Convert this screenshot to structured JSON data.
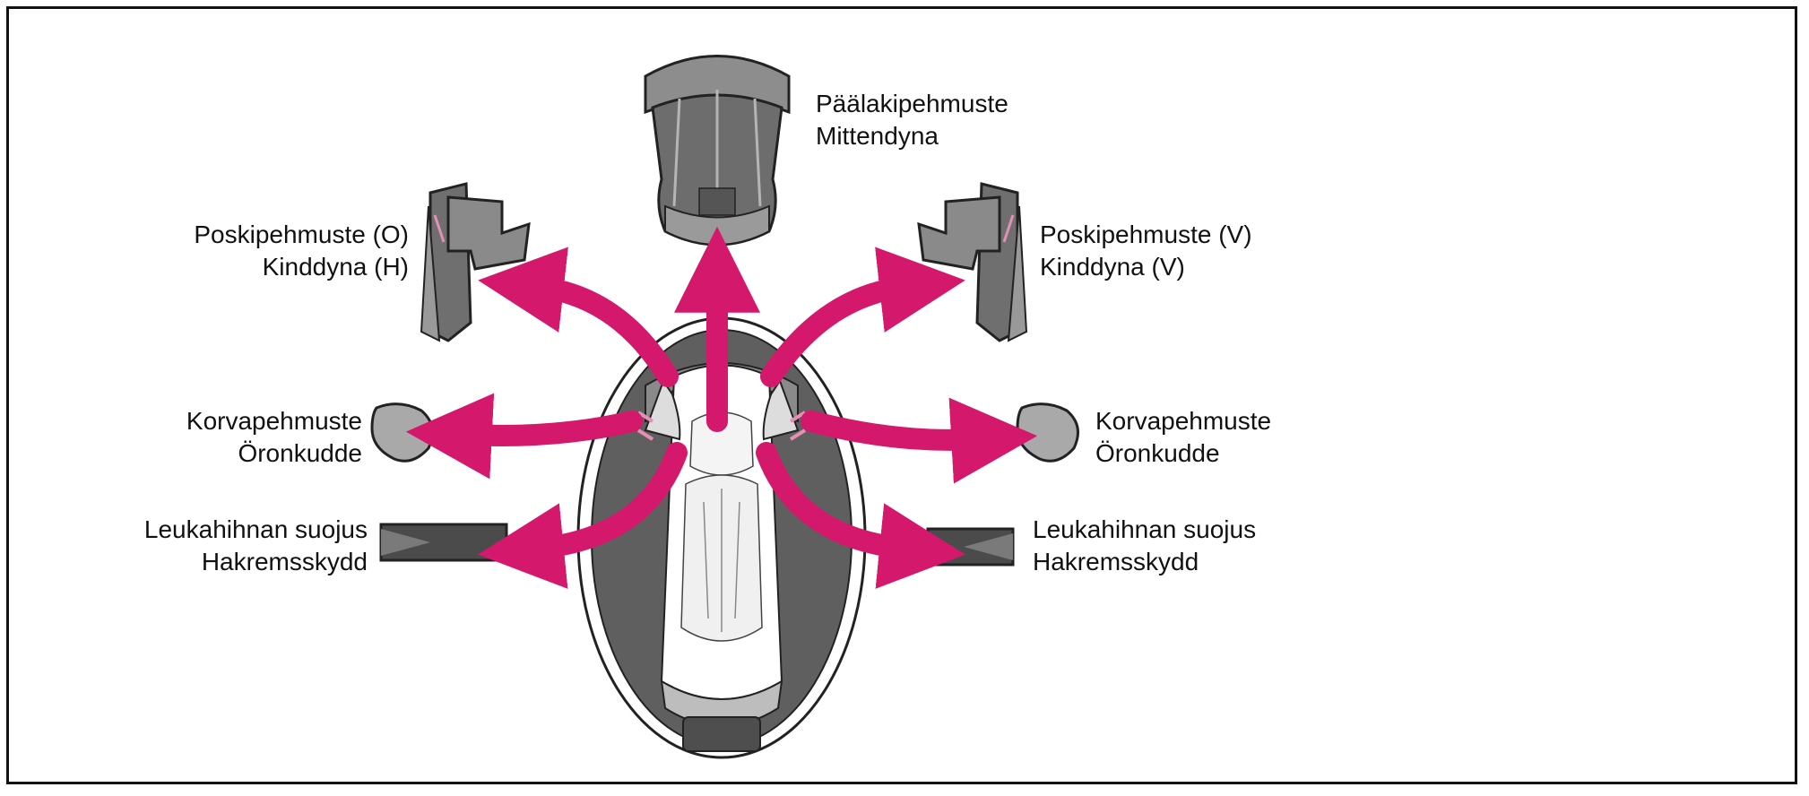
{
  "colors": {
    "arrow": "#d4186c",
    "pad_dark": "#6f6f6f",
    "pad_mid": "#9a9a9a",
    "pad_light": "#c2c2c2",
    "outline": "#222222"
  },
  "labels": {
    "top_pad": {
      "line1": "Päälakipehmuste",
      "line2": "Mittendyna"
    },
    "cheek_left": {
      "line1": "Poskipehmuste (O)",
      "line2": "Kinddyna (H)"
    },
    "cheek_right": {
      "line1": "Poskipehmuste (V)",
      "line2": "Kinddyna (V)"
    },
    "ear_left": {
      "line1": "Korvapehmuste",
      "line2": "Öronkudde"
    },
    "ear_right": {
      "line1": "Korvapehmuste",
      "line2": "Öronkudde"
    },
    "strap_left": {
      "line1": "Leukahihnan suojus",
      "line2": "Hakremsskydd"
    },
    "strap_right": {
      "line1": "Leukahihnan suojus",
      "line2": "Hakremsskydd"
    }
  }
}
